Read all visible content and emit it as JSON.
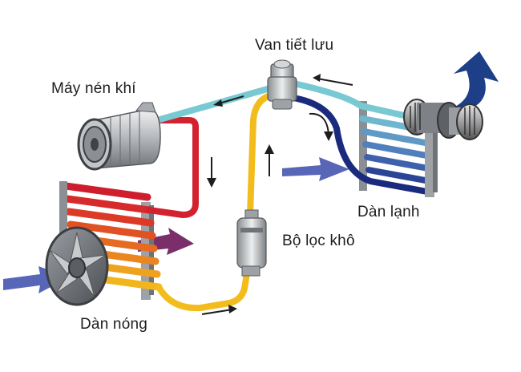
{
  "labels": {
    "expansion_valve": "Van tiết lưu",
    "compressor": "Máy nén khí",
    "evaporator": "Dàn lạnh",
    "dryer_filter": "Bộ lọc khô",
    "condenser": "Dàn nóng"
  },
  "colors": {
    "hot_line": "#d4212f",
    "liquid_line": "#f2bd1c",
    "cold_line": "#79c9d2",
    "evaporator_line": "#1a2a7c",
    "air_arrow": "#5866b8",
    "exhaust_arrow": "#1d3f88",
    "hot_air_arrow": "#7a2f6a"
  }
}
